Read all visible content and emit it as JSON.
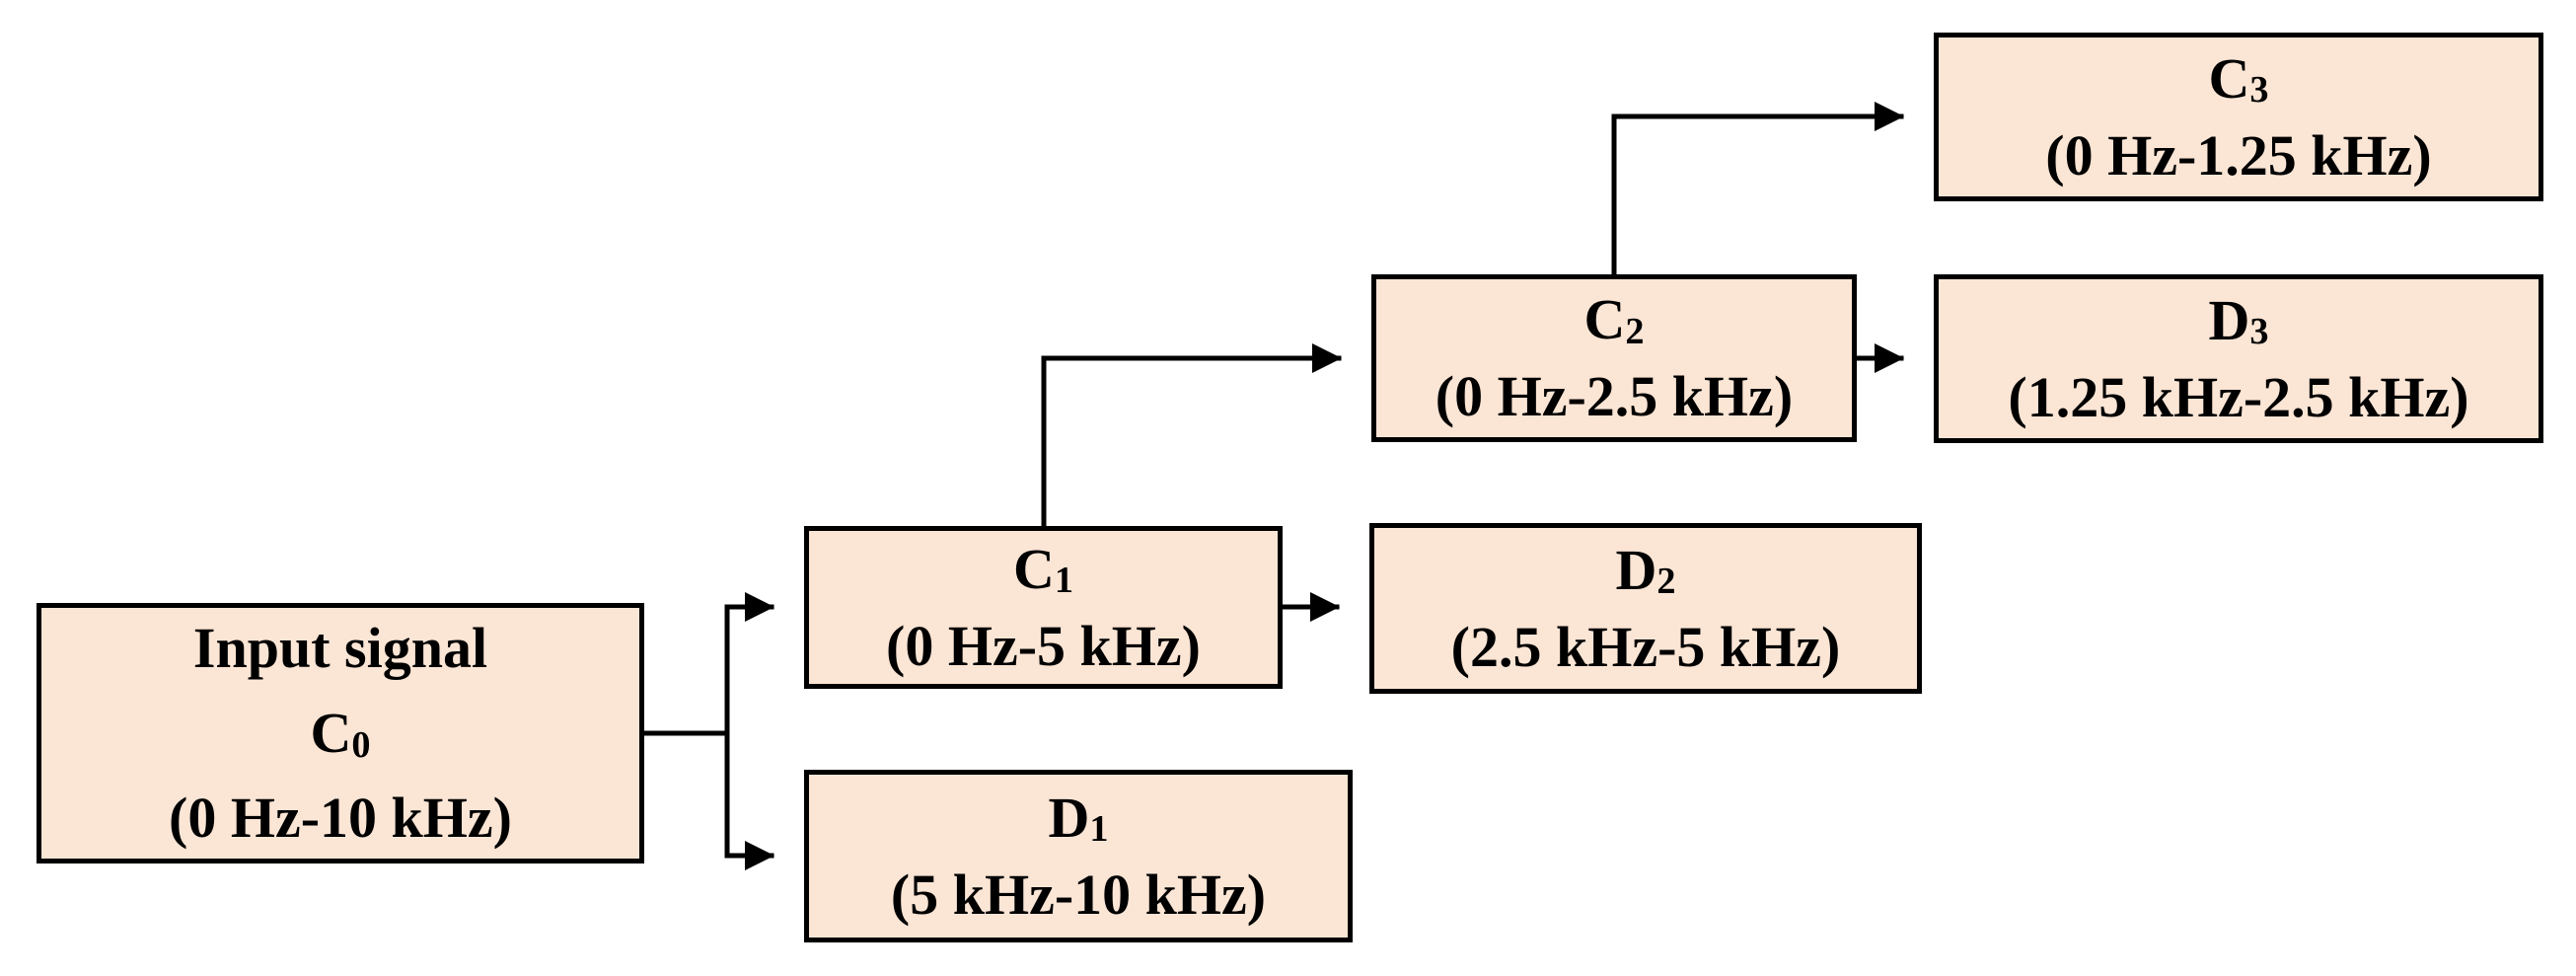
{
  "diagram": {
    "colors": {
      "background": "#FFFFFF",
      "box_fill": "#FBE5D5",
      "box_border": "#000000",
      "connector": "#000000",
      "text": "#000000"
    },
    "nodes": {
      "input": {
        "title": "Input signal",
        "base": "C",
        "sub": "0",
        "range": "(0 Hz-10 kHz)"
      },
      "c1": {
        "base": "C",
        "sub": "1",
        "range": "(0 Hz-5 kHz)"
      },
      "d1": {
        "base": "D",
        "sub": "1",
        "range": "(5 kHz-10 kHz)"
      },
      "c2": {
        "base": "C",
        "sub": "2",
        "range": "(0 Hz-2.5 kHz)"
      },
      "d2": {
        "base": "D",
        "sub": "2",
        "range": "(2.5 kHz-5 kHz)"
      },
      "c3": {
        "base": "C",
        "sub": "3",
        "range": "(0 Hz-1.25 kHz)"
      },
      "d3": {
        "base": "D",
        "sub": "3",
        "range": "(1.25 kHz-2.5 kHz)"
      }
    },
    "edges": [
      {
        "from": "C0",
        "to": "C1"
      },
      {
        "from": "C0",
        "to": "D1"
      },
      {
        "from": "C1",
        "to": "C2"
      },
      {
        "from": "C1",
        "to": "D2"
      },
      {
        "from": "C2",
        "to": "C3"
      },
      {
        "from": "C2",
        "to": "D3"
      }
    ]
  }
}
